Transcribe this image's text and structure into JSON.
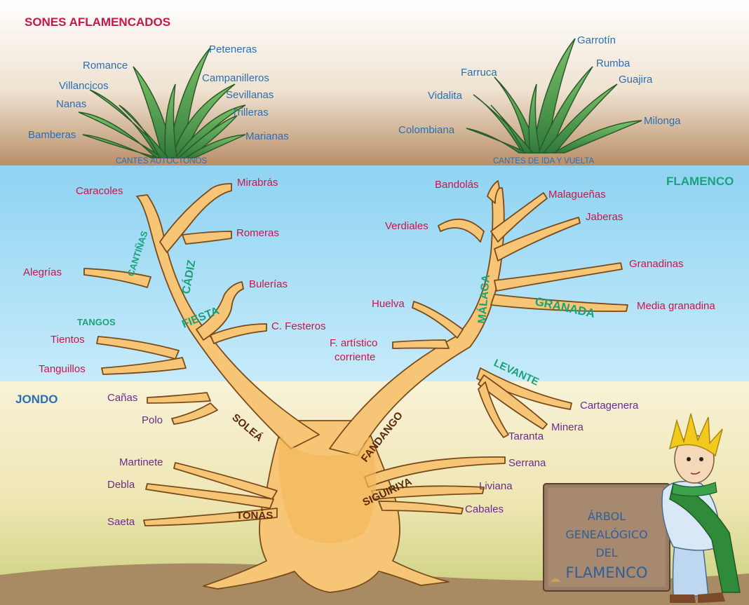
{
  "title": {
    "line1": "ÁRBOL",
    "line2": "GENEALÓGICO",
    "line3": "DEL",
    "line4": "FLAMENCO"
  },
  "sections": {
    "sones": "SONES AFLAMENCADOS",
    "flamenco": "FLAMENCO",
    "jondo": "JONDO"
  },
  "plant_left": {
    "caption": "CANTES AUTÓCTONOS",
    "items": [
      "Peteneras",
      "Romance",
      "Campanilleros",
      "Villancicos",
      "Sevillanas",
      "Nanas",
      "Trilleras",
      "Bamberas",
      "Marianas"
    ]
  },
  "plant_right": {
    "caption": "CANTES DE IDA Y VUELTA",
    "items": [
      "Garrotín",
      "Rumba",
      "Farruca",
      "Guajira",
      "Vidalita",
      "Milonga",
      "Colombiana"
    ]
  },
  "branches": {
    "cantinas": "CANTIÑAS",
    "cadiz": "CÁDIZ",
    "fiesta": "FIESTA",
    "tangos": "TANGOS",
    "malaga": "MÁLAGA",
    "granada": "GRANADA",
    "levante": "LEVANTE",
    "solea": "SOLEÁ",
    "fandango": "FANDANGO",
    "siguiriya": "SIGUIRIYA",
    "tonas": "TONÁS"
  },
  "flamenco_items": {
    "caracoles": "Caracoles",
    "mirabras": "Mirabrás",
    "romeras": "Romeras",
    "alegrias": "Alegrías",
    "bulerias": "Bulerías",
    "festeros": "C. Festeros",
    "tientos": "Tientos",
    "tanguillos": "Tanguillos",
    "bandolas": "Bandolás",
    "malaguenas": "Malagueñas",
    "verdiales": "Verdiales",
    "jaberas": "Jaberas",
    "granadinas": "Granadinas",
    "huelva": "Huelva",
    "media": "Media granadina",
    "fartistico1": "F. artístico",
    "fartistico2": "corriente"
  },
  "jondo_items": {
    "canas": "Cañas",
    "polo": "Polo",
    "cartagenera": "Cartagenera",
    "minera": "Minera",
    "taranta": "Taranta",
    "martinete": "Martinete",
    "serrana": "Serrana",
    "debla": "Debla",
    "liviana": "Liviana",
    "cabales": "Cabales",
    "saeta": "Saeta"
  }
}
